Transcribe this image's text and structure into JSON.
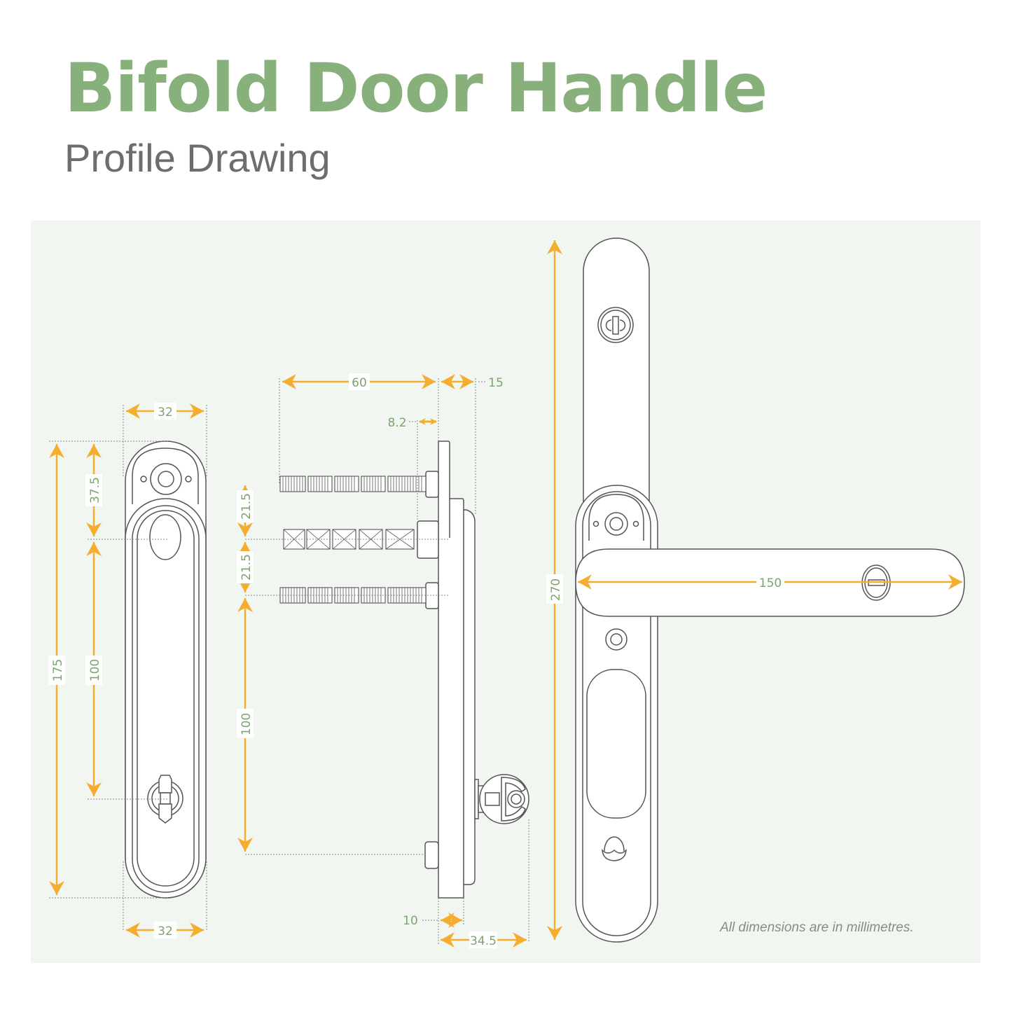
{
  "header": {
    "title": "Bifold Door Handle",
    "subtitle": "Profile Drawing"
  },
  "colors": {
    "title": "#88b07b",
    "subtitle": "#6d6d6d",
    "panel_bg": "#f1f6f0",
    "dimension_arrow": "#f5ad2f",
    "dimension_text": "#7ba56e",
    "outline": "#555555"
  },
  "drawings": {
    "front_backplate": {
      "width_top": "32",
      "width_bottom": "32",
      "total_height": "175",
      "spindle_from_top": "37.5",
      "spindle_to_cylinder": "100"
    },
    "side_profile": {
      "bolt_length": "60",
      "plate_projection": "15",
      "spindle_boss": "8.2",
      "bolt_spacing_upper": "21.5",
      "bolt_spacing_lower": "21.5",
      "spindle_to_bottom_bolt": "100",
      "plate_thickness": "10",
      "overall_depth": "34.5"
    },
    "front_handle": {
      "total_height": "270",
      "lever_length": "150"
    }
  },
  "footer": {
    "note": "All dimensions are in millimetres."
  }
}
